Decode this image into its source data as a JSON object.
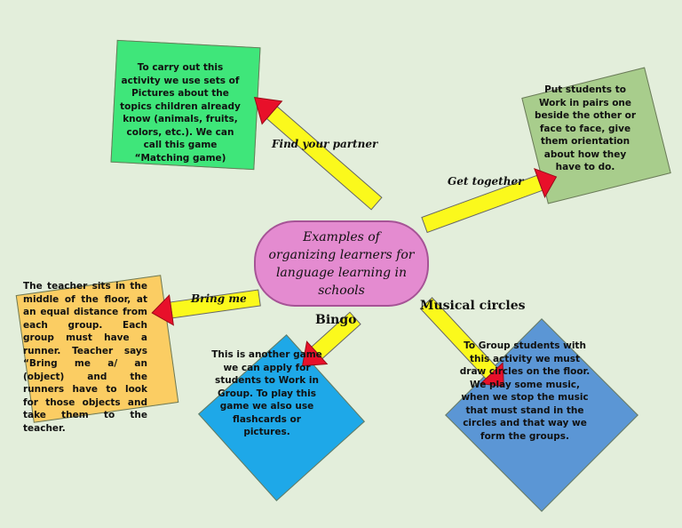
{
  "center": {
    "text": "Examples of organizing learners for language learning in schools"
  },
  "branches": {
    "find_partner": {
      "label": "Find your partner",
      "text": "To carry out this activity we use sets of Pictures about the topics children already know (animals, fruits, colors, etc.). We can call this game “Matching game)",
      "color": "#3fe67a"
    },
    "get_together": {
      "label": "Get together",
      "text": "Put students to Work in pairs one beside the other or face to face, give them orientation about how they have to do.",
      "color": "#a8cd8c"
    },
    "bring_me": {
      "label": "Bring me",
      "text": "The teacher sits in the middle of the floor, at an equal distance from each group. Each group must have a runner. Teacher says “Bring me a/ an (object) and the runners have to look for those objects and take them to the teacher.",
      "color": "#fbcd63"
    },
    "bingo": {
      "label": "Bingo",
      "text": "This is another game we can apply for students to Work in Group. To play this game we also use flashcards or pictures.",
      "color": "#1ea8e8"
    },
    "musical_circles": {
      "label": "Musical circles",
      "text": "To Group students with this activity we must draw circles on the floor. We play some music, when we stop the music that must stand in the circles and that way we form the groups.",
      "color": "#5b96d5"
    }
  },
  "colors": {
    "background": "#e3eedb",
    "arrow_fill": "#fbf91c",
    "arrow_head": "#e8102a",
    "center_fill": "#e48bd0"
  }
}
